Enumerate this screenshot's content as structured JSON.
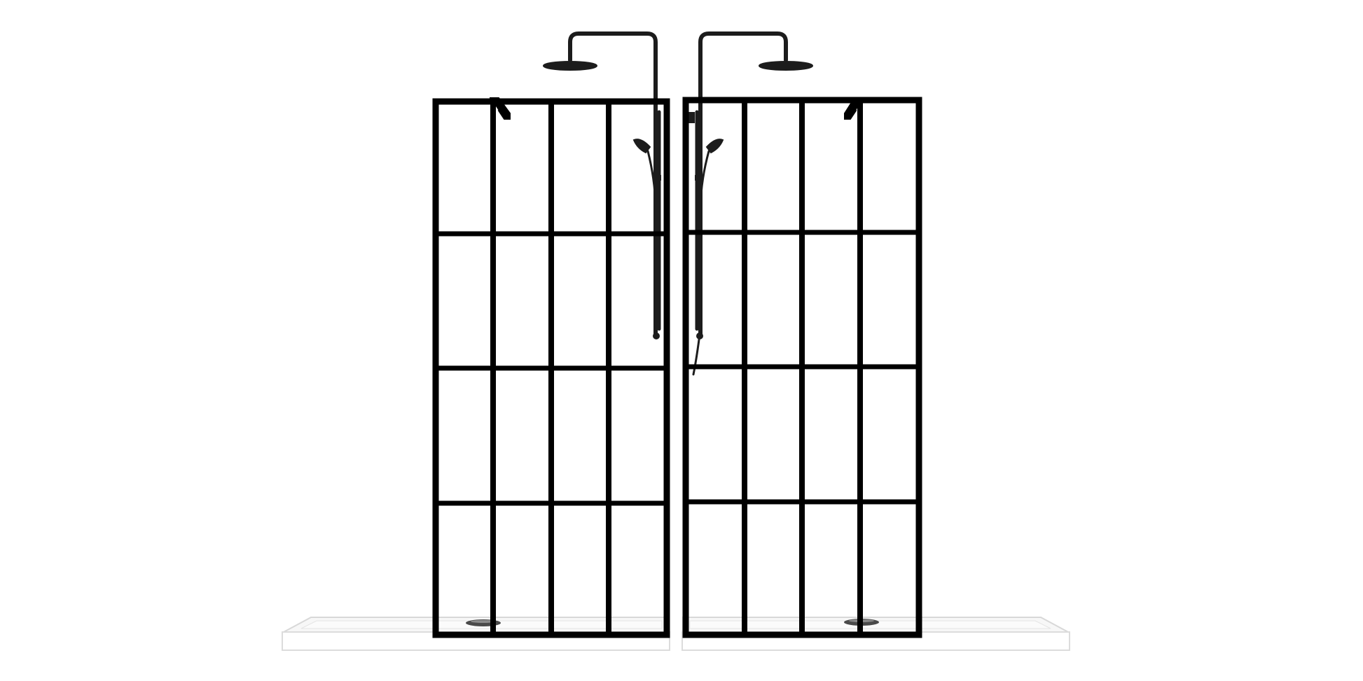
{
  "scene": {
    "background_color": "#ffffff",
    "frame_color": "#000000",
    "fixture_color": "#1c1c1c",
    "tray_color": "#ffffff",
    "tray_edge_color": "#dedede",
    "drain_color": "#555555"
  },
  "panels": [
    {
      "name": "left-shower-screen",
      "grid_columns": 4,
      "grid_rows": 4,
      "shower_side": "right",
      "hinge": "top-left"
    },
    {
      "name": "right-shower-screen",
      "grid_columns": 4,
      "grid_rows": 4,
      "shower_side": "left",
      "hinge": "top-right"
    }
  ]
}
